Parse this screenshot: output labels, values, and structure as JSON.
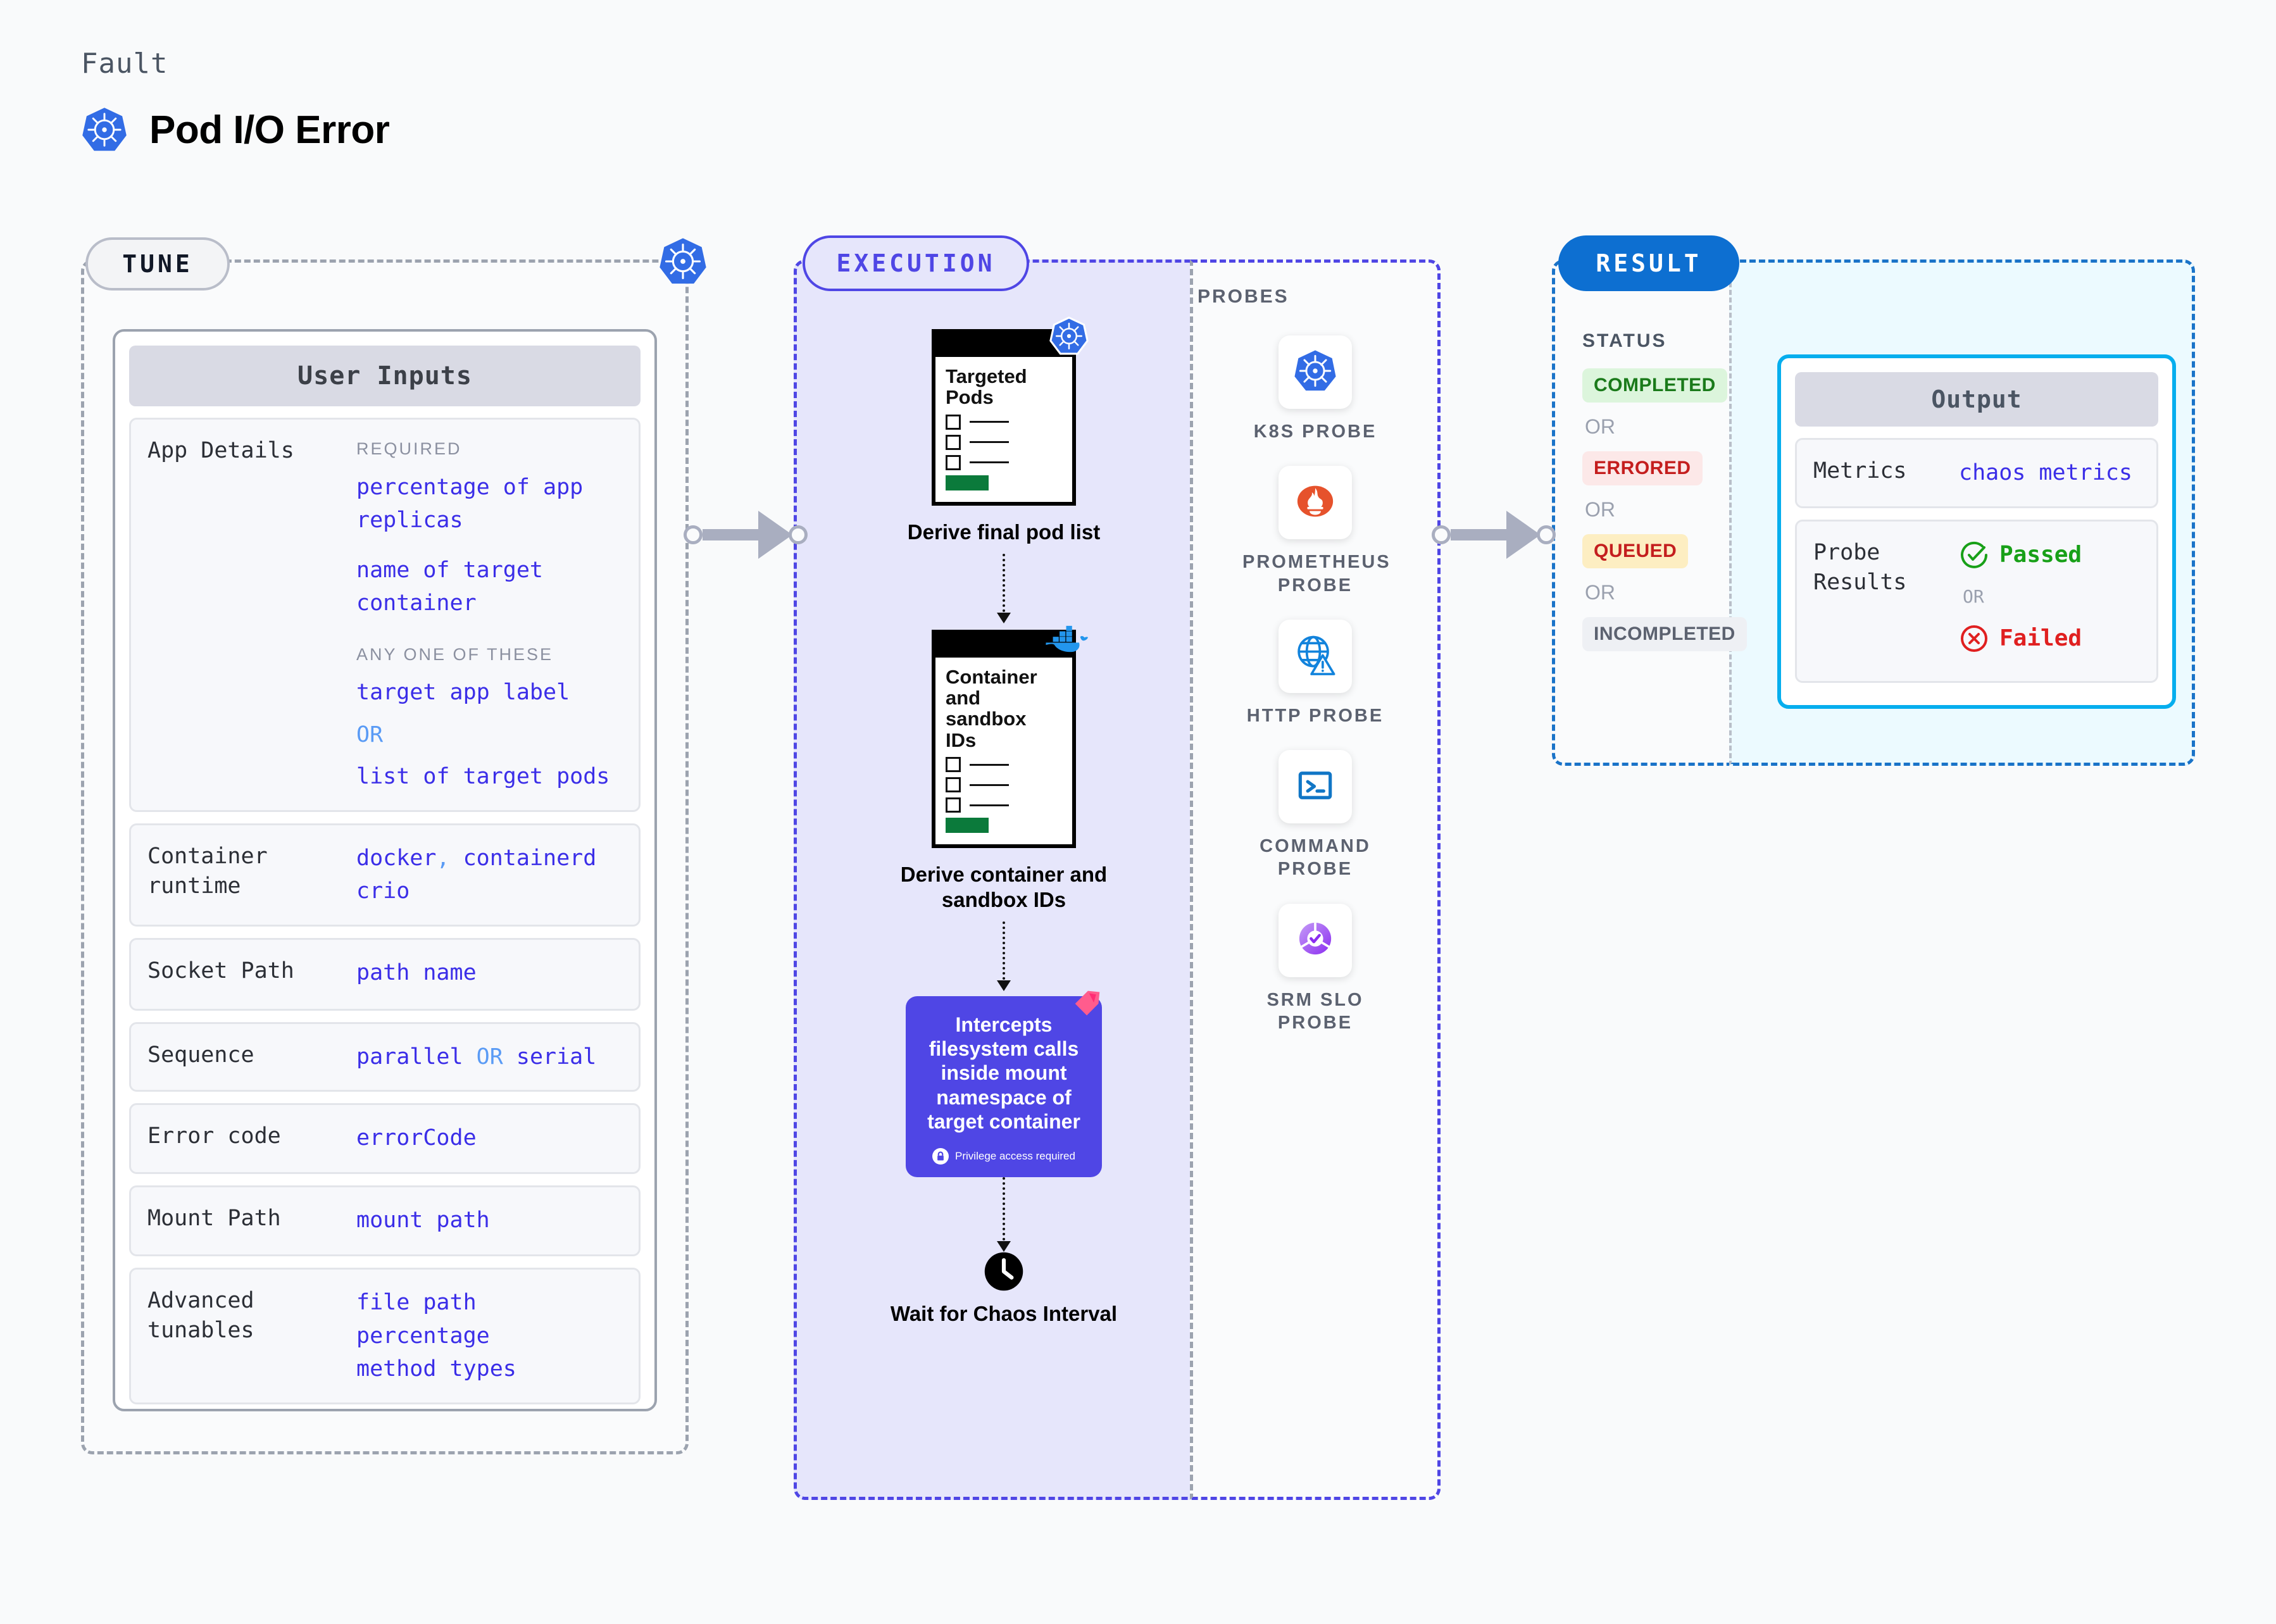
{
  "header": {
    "eyebrow": "Fault",
    "title": "Pod I/O Error",
    "icon": "kubernetes-icon"
  },
  "stages": {
    "tune": {
      "badge": "TUNE"
    },
    "execution": {
      "badge": "EXECUTION"
    },
    "probes": {
      "label": "PROBES"
    },
    "result": {
      "badge": "RESULT"
    }
  },
  "tune": {
    "card_title": "User Inputs",
    "rows": [
      {
        "key": "App Details",
        "section_required": "REQUIRED",
        "required_values": [
          "percentage of app replicas",
          "name of target container"
        ],
        "section_anyone": "ANY ONE OF THESE",
        "anyone_values": [
          "target app label",
          "list of target pods"
        ],
        "or": "OR"
      },
      {
        "key": "Container runtime",
        "values": [
          "docker",
          "containerd",
          "crio"
        ],
        "separator": ","
      },
      {
        "key": "Socket Path",
        "values": [
          "path name"
        ]
      },
      {
        "key": "Sequence",
        "values": [
          "parallel",
          "serial"
        ],
        "or": "OR"
      },
      {
        "key": "Error code",
        "values": [
          "errorCode"
        ]
      },
      {
        "key": "Mount Path",
        "values": [
          "mount path"
        ]
      },
      {
        "key": "Advanced tunables",
        "values": [
          "file path",
          "percentage",
          "method types"
        ]
      }
    ]
  },
  "execution": {
    "steps": [
      {
        "doc_title": "Targeted Pods",
        "caption": "Derive final pod list",
        "badge_icon": "kubernetes-icon"
      },
      {
        "doc_title": "Container and sandbox IDs",
        "caption": "Derive container and sandbox IDs",
        "badge_icon": "docker-icon"
      }
    ],
    "action": {
      "text": "Intercepts filesystem calls inside mount namespace of target container",
      "privilege_note": "Privilege access required",
      "privilege_icon": "lock-icon",
      "corner_icon": "litmus-icon",
      "color": "#4f46e5"
    },
    "wait": {
      "caption": "Wait for Chaos Interval",
      "icon": "clock-icon"
    }
  },
  "probes": [
    {
      "label": "K8S PROBE",
      "icon": "kubernetes-icon"
    },
    {
      "label": "PROMETHEUS PROBE",
      "icon": "prometheus-icon"
    },
    {
      "label": "HTTP PROBE",
      "icon": "http-globe-icon"
    },
    {
      "label": "COMMAND PROBE",
      "icon": "terminal-icon"
    },
    {
      "label": "SRM SLO PROBE",
      "icon": "srm-slo-icon"
    }
  ],
  "result": {
    "status_label": "STATUS",
    "or": "OR",
    "statuses": [
      {
        "label": "COMPLETED",
        "color": "#1a7a1a",
        "bg": "#dcf5dc"
      },
      {
        "label": "ERRORED",
        "color": "#c41e1e",
        "bg": "#fce8e8"
      },
      {
        "label": "QUEUED",
        "color": "#c41e1e",
        "bg": "#fdeec2"
      },
      {
        "label": "INCOMPLETED",
        "color": "#5c6270",
        "bg": "#eef0f4"
      }
    ],
    "output": {
      "card_title": "Output",
      "metrics_key": "Metrics",
      "metrics_value": "chaos metrics",
      "probe_key": "Probe Results",
      "passed": "Passed",
      "failed": "Failed",
      "or": "OR"
    }
  }
}
